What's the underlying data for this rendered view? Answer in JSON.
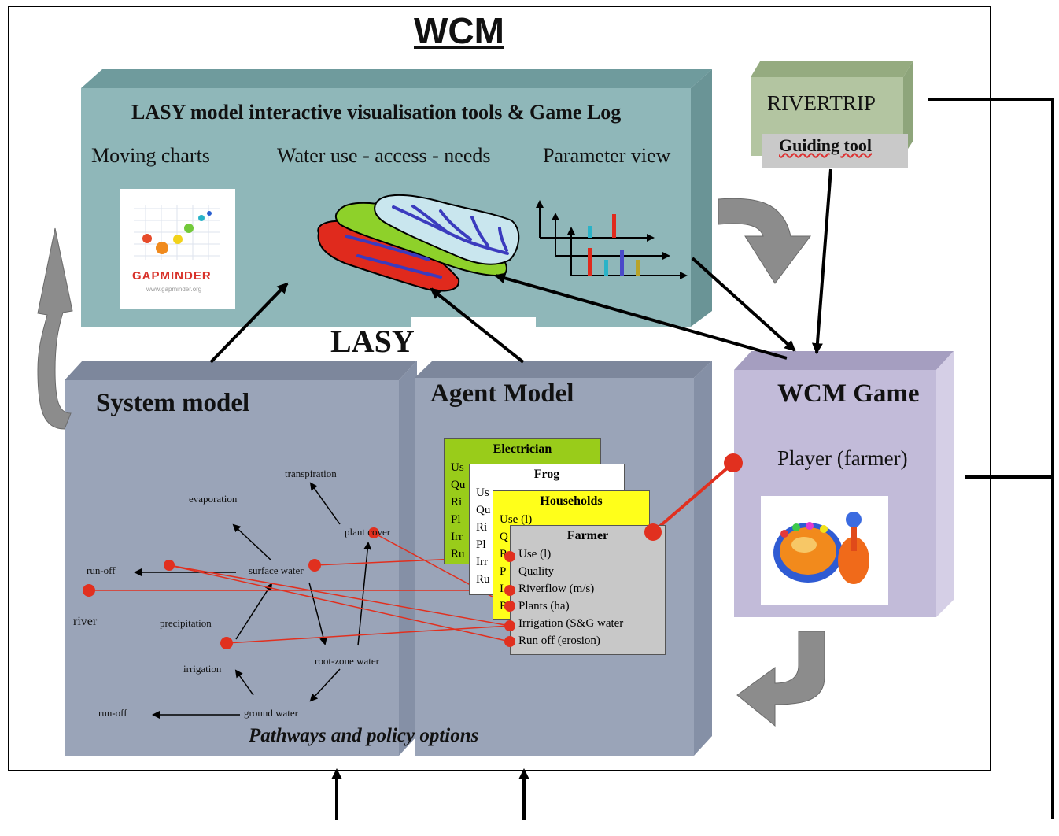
{
  "title": "WCM",
  "lasy_box": {
    "title": "LASY model interactive visualisation tools & Game Log",
    "col1": "Moving charts",
    "col2": "Water use - access - needs",
    "col3": "Parameter view",
    "gapminder_logo": "GAPMINDER",
    "gapminder_url": "www.gapminder.org"
  },
  "rivertrip": {
    "label": "RIVERTRIP",
    "guiding": "Guiding tool"
  },
  "lasy_partial": "LASY",
  "system_model": {
    "title": "System model",
    "nodes": {
      "transpiration": "transpiration",
      "evaporation": "evaporation",
      "plant_cover": "plant cover",
      "runoff_top": "run-off",
      "surface_water": "surface water",
      "river": "river",
      "precipitation": "precipitation",
      "irrigation": "irrigation",
      "root_zone": "root-zone water",
      "runoff_bottom": "run-off",
      "ground_water": "ground water"
    }
  },
  "agent_model": {
    "title": "Agent Model",
    "cards": {
      "electrician": {
        "title": "Electrician",
        "items": [
          "Us",
          "Qu",
          "Ri",
          "Pl",
          "Irr",
          "Ru"
        ]
      },
      "frog": {
        "title": "Frog",
        "items": [
          "Us",
          "Qu",
          "Ri",
          "Pl",
          "Irr",
          "Ru"
        ]
      },
      "households": {
        "title": "Households",
        "items": [
          "Use (l)",
          "Q",
          "R",
          "P",
          "I",
          "R"
        ]
      },
      "farmer": {
        "title": "Farmer",
        "items": [
          "Use (l)",
          "Quality",
          "Riverflow (m/s)",
          "Plants (ha)",
          "Irrigation (S&G water",
          "Run off (erosion)"
        ]
      }
    }
  },
  "footer_caption": "Pathways and  policy options",
  "wcm_game": {
    "title": "WCM Game",
    "player": "Player (farmer)"
  },
  "colors": {
    "lasy_box": "#8fb7b9",
    "model_box": "#9aa4b8",
    "game_box": "#c2bbd9",
    "rivertrip": "#b3c5a1",
    "link": "#e1301f"
  }
}
